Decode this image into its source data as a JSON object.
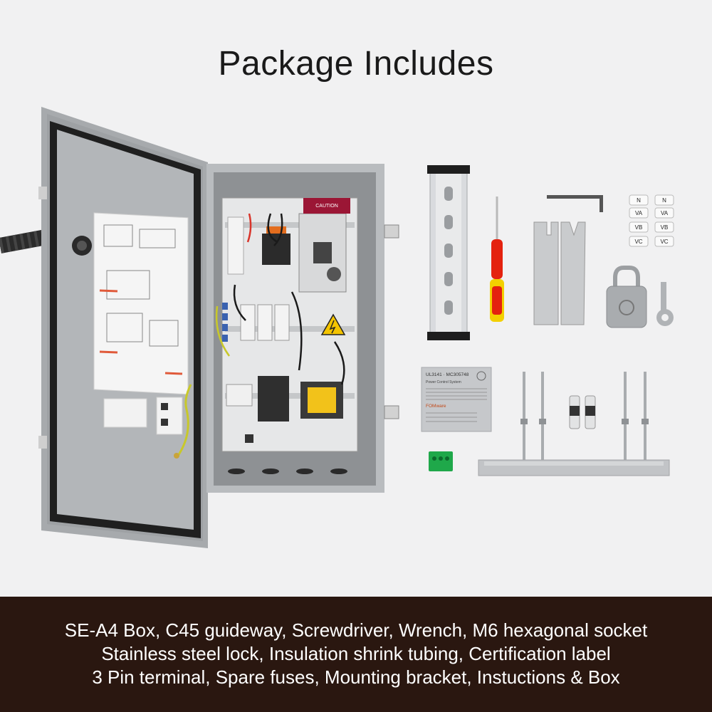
{
  "title": "Package Includes",
  "box_label": {
    "caution": "CAUTION",
    "cert_code": "UL3141 · MC305748",
    "cert_sub": "Power Control System",
    "brand": "FOMware"
  },
  "terminal_labels": [
    "N",
    "N",
    "VA",
    "VA",
    "VB",
    "VB",
    "VC",
    "VC"
  ],
  "caption": {
    "line1": "SE-A4 Box, C45 guideway, Screwdriver, Wrench, M6 hexagonal socket",
    "line2": "Stainless steel lock, Insulation shrink tubing, Certification label",
    "line3": "3 Pin terminal, Spare fuses, Mounting bracket, Instuctions & Box"
  },
  "colors": {
    "caption_bg": "#2a1710",
    "background": "#f1f1f2",
    "enclosure": "#b9bcbf"
  }
}
